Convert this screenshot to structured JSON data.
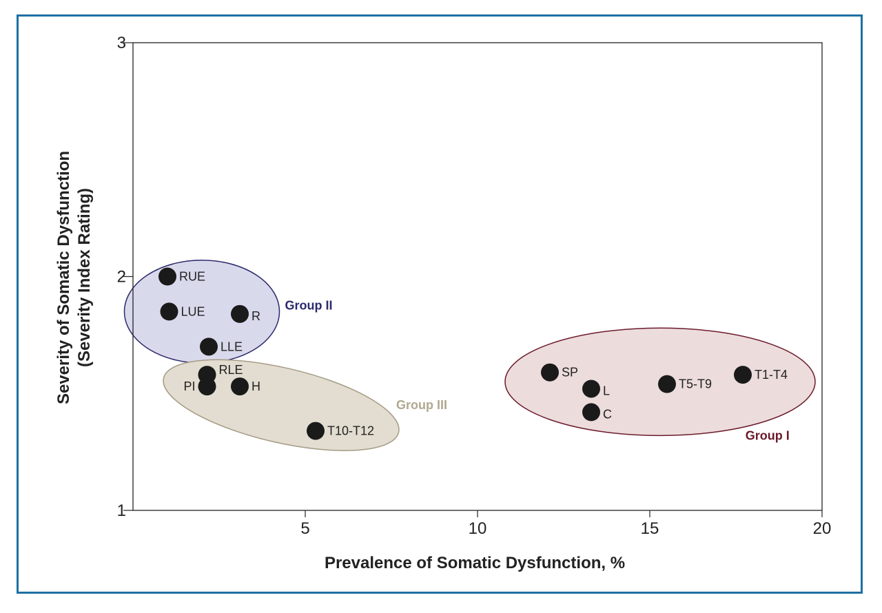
{
  "chart_data": {
    "type": "scatter",
    "xlabel": "Prevalence of Somatic Dysfunction, %",
    "ylabel_line1": "Severity of Somatic Dysfunction",
    "ylabel_line2": "(Severity Index Rating)",
    "xlim": [
      0,
      20
    ],
    "ylim": [
      1,
      3
    ],
    "x_ticks": [
      5,
      10,
      15,
      20
    ],
    "y_ticks": [
      1,
      2,
      3
    ],
    "grid": false,
    "points": [
      {
        "label": "RUE",
        "x": 1.0,
        "y": 2.0
      },
      {
        "label": "LUE",
        "x": 1.05,
        "y": 1.85
      },
      {
        "label": "R",
        "x": 3.1,
        "y": 1.84
      },
      {
        "label": "LLE",
        "x": 2.2,
        "y": 1.7
      },
      {
        "label": "RLE",
        "x": 2.15,
        "y": 1.58
      },
      {
        "label": "PI",
        "x": 2.15,
        "y": 1.53
      },
      {
        "label": "H",
        "x": 3.1,
        "y": 1.53
      },
      {
        "label": "T10-T12",
        "x": 5.3,
        "y": 1.34
      },
      {
        "label": "SP",
        "x": 12.1,
        "y": 1.59
      },
      {
        "label": "L",
        "x": 13.3,
        "y": 1.52
      },
      {
        "label": "C",
        "x": 13.3,
        "y": 1.42
      },
      {
        "label": "T5-T9",
        "x": 15.5,
        "y": 1.54
      },
      {
        "label": "T1-T4",
        "x": 17.7,
        "y": 1.58
      }
    ],
    "groups": [
      {
        "name": "Group II",
        "cx": 2.0,
        "cy": 1.85,
        "rx": 2.25,
        "ry": 0.22,
        "angle": 0,
        "fill": "#d9d9ec",
        "stroke": "#2b2a6b",
        "label_color": "#2b2a6b"
      },
      {
        "name": "Group III",
        "cx": 4.3,
        "cy": 1.45,
        "rx": 3.5,
        "ry": 0.16,
        "angle": 13,
        "fill": "#e2ddd0",
        "stroke": "#a49b84",
        "label_color": "#b1a88f"
      },
      {
        "name": "Group I",
        "cx": 15.3,
        "cy": 1.55,
        "rx": 4.5,
        "ry": 0.23,
        "angle": 0,
        "fill": "#ecdcdc",
        "stroke": "#6b1a2a",
        "label_color": "#6b1a2a"
      }
    ]
  }
}
